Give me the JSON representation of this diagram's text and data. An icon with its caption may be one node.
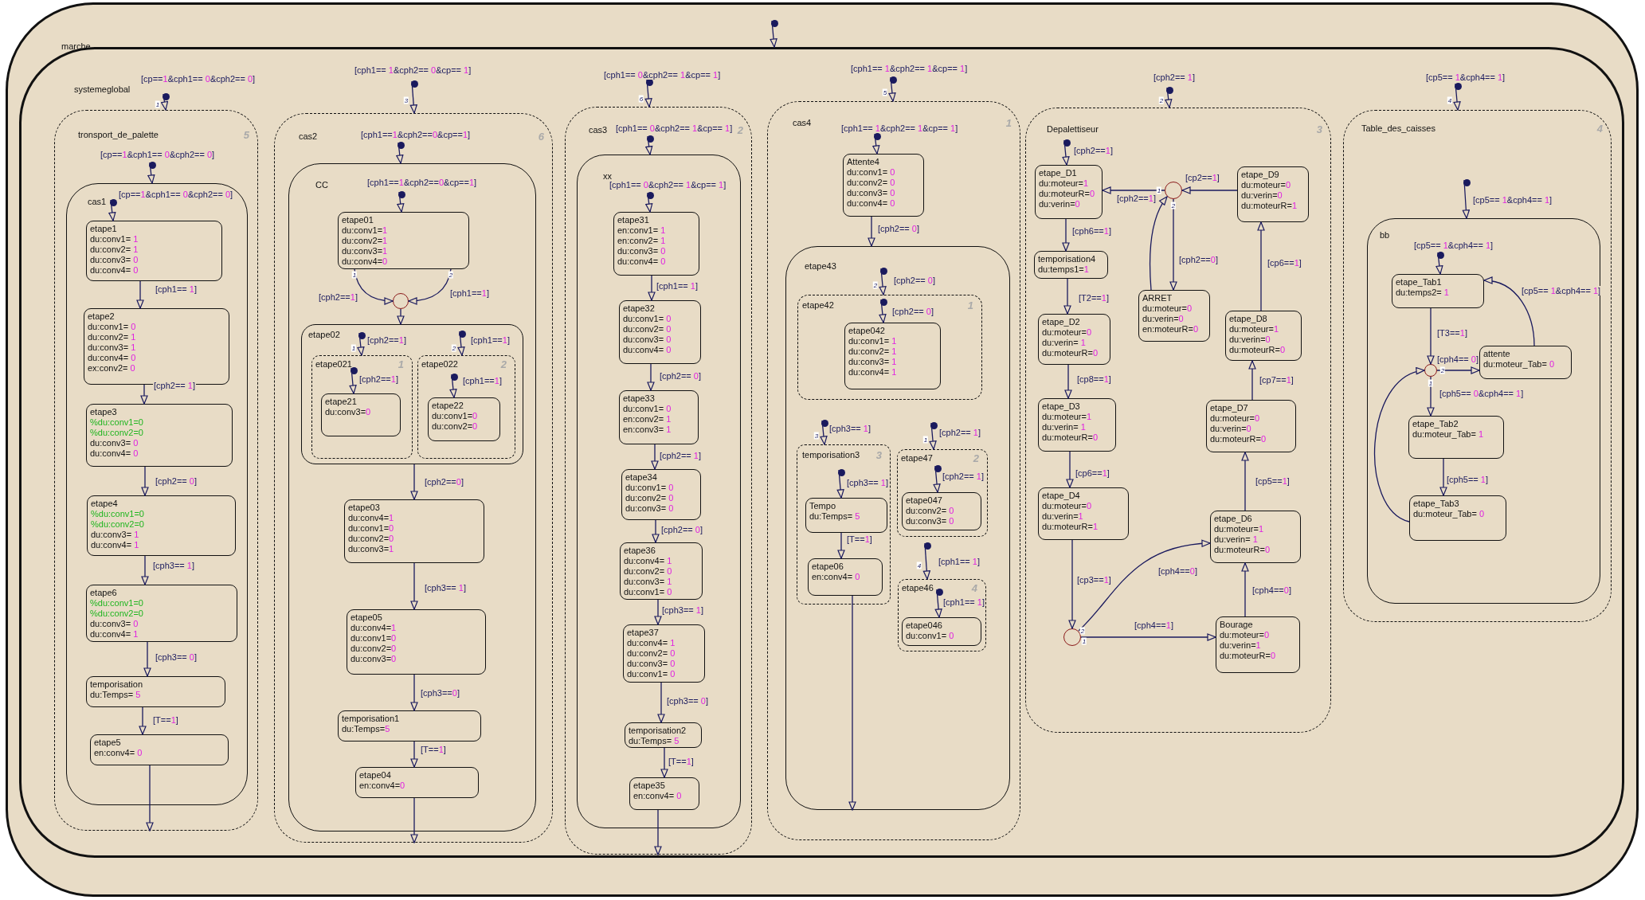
{
  "diagram": {
    "nodes": [
      {
        "text": [
          "marche"
        ]
      },
      {
        "text": [
          "systemeglobal"
        ],
        "in": 0
      },
      {
        "text": [
          "tronsport_de_palette",
          "5"
        ],
        "in": 1
      },
      {
        "text": [
          "cas1"
        ],
        "in": 2
      },
      {
        "text": [
          "etape1",
          "du:conv1= 1",
          "du:conv2= 1",
          "du:conv3= 0",
          "du:conv4= 0"
        ],
        "in": 3
      },
      {
        "text": [
          "etape2",
          "du:conv1= 0",
          "du:conv2= 1",
          "du:conv3= 1",
          "du:conv4= 0",
          "ex:conv2= 0"
        ],
        "in": 3
      },
      {
        "text": [
          "etape3",
          "%du:conv1=0",
          "%du:conv2=0",
          "du:conv3= 0",
          "du:conv4= 0"
        ],
        "in": 3
      },
      {
        "text": [
          "etape4",
          "%du:conv1=0",
          "%du:conv2=0",
          "du:conv3= 1",
          "du:conv4= 1"
        ],
        "in": 3
      },
      {
        "text": [
          "etape6",
          "%du:conv1=0",
          "%du:conv2=0",
          "du:conv3= 0",
          "du:conv4= 1"
        ],
        "in": 3
      },
      {
        "text": [
          "temporisation",
          "du:Temps= 5"
        ],
        "in": 3
      },
      {
        "text": [
          "etape5",
          "en:conv4= 0"
        ],
        "in": 3
      },
      {
        "text": [
          "cas2",
          "6"
        ],
        "in": 1
      },
      {
        "text": [
          "CC"
        ],
        "in": 11
      },
      {
        "text": [
          "etape01",
          "du:conv1=1",
          "du:conv2=1",
          "du:conv3=1",
          "du:conv4=0"
        ],
        "in": 12
      },
      {
        "text": [],
        "shape": "circle",
        "in": 12
      },
      {
        "text": [
          "etape02"
        ],
        "in": 12
      },
      {
        "text": [
          "etape021",
          "1"
        ],
        "in": 15
      },
      {
        "text": [
          "etape21",
          "du:conv3=0"
        ],
        "in": 16
      },
      {
        "text": [
          "etape022",
          "2"
        ],
        "in": 15
      },
      {
        "text": [
          "etape22",
          "du:conv1=0",
          "du:conv2=0"
        ],
        "in": 18
      },
      {
        "text": [
          "etape03",
          "du:conv4=1",
          "du:conv1=0",
          "du:conv2=0",
          "du:conv3=1"
        ],
        "in": 12
      },
      {
        "text": [
          "etape05",
          "du:conv4=1",
          "du:conv1=0",
          "du:conv2=0",
          "du:conv3=0"
        ],
        "in": 12
      },
      {
        "text": [
          "temporisation1",
          "du:Temps=5"
        ],
        "in": 12
      },
      {
        "text": [
          "etape04",
          "en:conv4=0"
        ],
        "in": 12
      },
      {
        "text": [
          "cas3",
          "2"
        ],
        "in": 1
      },
      {
        "text": [
          "xx"
        ],
        "in": 24
      },
      {
        "text": [
          "etape31",
          "en:conv1= 1",
          "en:conv2= 1",
          "du:conv3= 0",
          "du:conv4= 0"
        ],
        "in": 25
      },
      {
        "text": [
          "etape32",
          "du:conv1= 0",
          "du:conv2= 0",
          "du:conv3= 0",
          "du:conv4= 0"
        ],
        "in": 25
      },
      {
        "text": [
          "etape33",
          "du:conv1= 0",
          "en:conv2= 1",
          "en:conv3= 1"
        ],
        "in": 25
      },
      {
        "text": [
          "etape34",
          "du:conv1= 0",
          "du:conv2= 0",
          "du:conv3= 0"
        ],
        "in": 25
      },
      {
        "text": [
          "etape36",
          "du:conv4= 1",
          "du:conv2= 0",
          "du:conv3= 1",
          "du:conv1= 0"
        ],
        "in": 25
      },
      {
        "text": [
          "etape37",
          "du:conv4= 1",
          "du:conv2= 0",
          "du:conv3= 0",
          "du:conv1= 0"
        ],
        "in": 25
      },
      {
        "text": [
          "temporisation2",
          "du:Temps= 5"
        ],
        "in": 25
      },
      {
        "text": [
          "etape35",
          "en:conv4= 0"
        ],
        "in": 25
      },
      {
        "text": [
          "cas4",
          "1"
        ],
        "in": 1
      },
      {
        "text": [
          "Attente4",
          "du:conv1= 0",
          "du:conv2= 0",
          "du:conv3= 0",
          "du:conv4= 0"
        ],
        "in": 34
      },
      {
        "text": [
          "etape43"
        ],
        "in": 34
      },
      {
        "text": [
          "etape42",
          "1"
        ],
        "in": 36
      },
      {
        "text": [
          "etape042",
          "du:conv1= 1",
          "du:conv2= 1",
          "du:conv3= 1",
          "du:conv4= 1"
        ],
        "in": 37
      },
      {
        "text": [
          "temporisation3",
          "3"
        ],
        "in": 36
      },
      {
        "text": [
          "Tempo",
          "du:Temps= 5"
        ],
        "in": 39
      },
      {
        "text": [
          "etape06",
          "en:conv4= 0"
        ],
        "in": 39
      },
      {
        "text": [
          "etape47",
          "2"
        ],
        "in": 36
      },
      {
        "text": [
          "etape047",
          "du:conv2= 0",
          "du:conv3= 0"
        ],
        "in": 42
      },
      {
        "text": [
          "etape46",
          "4"
        ],
        "in": 36
      },
      {
        "text": [
          "etape046",
          "du:conv1= 0"
        ],
        "in": 44
      },
      {
        "text": [
          "Depalettiseur",
          "3"
        ],
        "in": 1
      },
      {
        "text": [
          "etape_D1",
          "du:moteur=1",
          "du:moteurR=0",
          "du:verin=0"
        ],
        "in": 46
      },
      {
        "text": [],
        "shape": "circle",
        "in": 46
      },
      {
        "text": [
          "etape_D9",
          "du:moteur=0",
          "du:verin=0",
          "du:moteurR=1"
        ],
        "in": 46
      },
      {
        "text": [
          "temporisation4",
          "du:temps1=1"
        ],
        "in": 46
      },
      {
        "text": [
          "ARRET",
          "du:moteur=0",
          "du:verin=0",
          "en:moteurR=0"
        ],
        "in": 46
      },
      {
        "text": [
          "etape_D2",
          "du:moteur=0",
          "du:verin= 1",
          "du:moteurR=0"
        ],
        "in": 46
      },
      {
        "text": [
          "etape_D8",
          "du:moteur=1",
          "du:verin=0",
          "du:moteurR=0"
        ],
        "in": 46
      },
      {
        "text": [
          "etape_D3",
          "du:moteur=1",
          "du:verin= 1",
          "du:moteurR=0"
        ],
        "in": 46
      },
      {
        "text": [
          "etape_D7",
          "du:moteur=0",
          "du:verin=0",
          "du:moteurR=0"
        ],
        "in": 46
      },
      {
        "text": [
          "etape_D4",
          "du:moteur=0",
          "du:verin=1",
          "du:moteurR=1"
        ],
        "in": 46
      },
      {
        "text": [
          "etape_D6",
          "du:moteur=1",
          "du:verin= 1",
          "du:moteurR=0"
        ],
        "in": 46
      },
      {
        "text": [],
        "shape": "circle",
        "in": 46
      },
      {
        "text": [
          "Bourage",
          "du:moteur=0",
          "du:verin=1",
          "du:moteurR=0"
        ],
        "in": 46
      },
      {
        "text": [
          "Table_des_caisses",
          "4"
        ],
        "in": 1
      },
      {
        "text": [
          "bb"
        ],
        "in": 60
      },
      {
        "text": [
          "etape_Tab1",
          "du:temps2= 1"
        ],
        "in": 61
      },
      {
        "text": [],
        "shape": "circle",
        "in": 61
      },
      {
        "text": [
          "attente",
          "du:moteur_Tab= 0"
        ],
        "in": 61
      },
      {
        "text": [
          "etape_Tab2",
          "du:moteur_Tab= 1"
        ],
        "in": 61
      },
      {
        "text": [
          "etape_Tab3",
          "du:moteur_Tab= 0"
        ],
        "in": 61
      },
      {
        "text": [],
        "shape": "dot",
        "in": 0
      },
      {
        "text": [],
        "shape": "dot",
        "in": 1
      },
      {
        "text": [],
        "shape": "dot",
        "in": 2
      },
      {
        "text": [],
        "shape": "dot",
        "in": 3
      },
      {
        "text": [],
        "shape": "dot",
        "in": 1
      },
      {
        "text": [],
        "shape": "dot",
        "in": 11
      },
      {
        "text": [],
        "shape": "dot",
        "in": 12
      },
      {
        "text": [],
        "shape": "dot",
        "in": 15
      },
      {
        "text": [],
        "shape": "dot",
        "in": 16
      },
      {
        "text": [],
        "shape": "dot",
        "in": 15
      },
      {
        "text": [],
        "shape": "dot",
        "in": 18
      },
      {
        "text": [],
        "shape": "dot",
        "in": 1
      },
      {
        "text": [],
        "shape": "dot",
        "in": 24
      },
      {
        "text": [],
        "shape": "dot",
        "in": 25
      },
      {
        "text": [],
        "shape": "dot",
        "in": 1
      },
      {
        "text": [],
        "shape": "dot",
        "in": 34
      },
      {
        "text": [],
        "shape": "dot",
        "in": 36
      },
      {
        "text": [],
        "shape": "dot",
        "in": 37
      },
      {
        "text": [],
        "shape": "dot",
        "in": 36
      },
      {
        "text": [],
        "shape": "dot",
        "in": 39
      },
      {
        "text": [],
        "shape": "dot",
        "in": 36
      },
      {
        "text": [],
        "shape": "dot",
        "in": 42
      },
      {
        "text": [],
        "shape": "dot",
        "in": 36
      },
      {
        "text": [],
        "shape": "dot",
        "in": 44
      },
      {
        "text": [],
        "shape": "dot",
        "in": 1
      },
      {
        "text": [],
        "shape": "dot",
        "in": 46
      },
      {
        "text": [],
        "shape": "dot",
        "in": 1
      },
      {
        "text": [],
        "shape": "dot",
        "in": 60
      },
      {
        "text": [],
        "shape": "dot",
        "in": 61
      }
    ],
    "edges": [
      {
        "from": 67,
        "to": 1,
        "arrow": "to"
      },
      {
        "from": 68,
        "to": 2,
        "arrow": "to",
        "label": "[cp==1&cph1== 0&cph2== 0]"
      },
      {
        "from": 69,
        "to": 3,
        "arrow": "to",
        "label": "[cp==1&cph1== 0&cph2== 0]"
      },
      {
        "from": 70,
        "to": 4,
        "arrow": "to",
        "label": "[cp==1&cph1== 0&cph2== 0]"
      },
      {
        "from": 4,
        "to": 5,
        "arrow": "to",
        "label": "[cph1== 1]"
      },
      {
        "from": 5,
        "to": 6,
        "arrow": "to",
        "label": "[cph2== 1]"
      },
      {
        "from": 6,
        "to": 7,
        "arrow": "to",
        "label": "[cph2== 0]"
      },
      {
        "from": 7,
        "to": 8,
        "arrow": "to",
        "label": "[cph3== 1]"
      },
      {
        "from": 8,
        "to": 9,
        "arrow": "to",
        "label": "[cph3== 0]"
      },
      {
        "from": 9,
        "to": 10,
        "arrow": "to",
        "label": "[T==1]"
      },
      {
        "from": 10,
        "to": 2,
        "arrow": "to"
      },
      {
        "from": 71,
        "to": 11,
        "arrow": "to",
        "label": "[cph1== 1&cph2== 0&cp== 1]"
      },
      {
        "from": 72,
        "to": 12,
        "arrow": "to",
        "label": "[cph1==1&cph2==0&cp==1]"
      },
      {
        "from": 73,
        "to": 13,
        "arrow": "to",
        "label": "[cph1==1&cph2==0&cp==1]"
      },
      {
        "from": 13,
        "to": 14,
        "arrow": "to",
        "label": "[cph2==1]"
      },
      {
        "from": 13,
        "to": 14,
        "arrow": "to",
        "label": "[cph1==1]"
      },
      {
        "from": 14,
        "to": 15,
        "arrow": "to"
      },
      {
        "from": 74,
        "to": 16,
        "arrow": "to",
        "label": "[cph2==1]"
      },
      {
        "from": 75,
        "to": 17,
        "arrow": "to",
        "label": "[cph2==1]"
      },
      {
        "from": 76,
        "to": 18,
        "arrow": "to",
        "label": "[cph1==1]"
      },
      {
        "from": 77,
        "to": 19,
        "arrow": "to",
        "label": "[cph1==1]"
      },
      {
        "from": 15,
        "to": 20,
        "arrow": "to",
        "label": "[cph2==0]"
      },
      {
        "from": 20,
        "to": 21,
        "arrow": "to",
        "label": "[cph3== 1]"
      },
      {
        "from": 21,
        "to": 22,
        "arrow": "to",
        "label": "[cph3==0]"
      },
      {
        "from": 22,
        "to": 23,
        "arrow": "to",
        "label": "[T==1]"
      },
      {
        "from": 23,
        "to": 11,
        "arrow": "to"
      },
      {
        "from": 78,
        "to": 24,
        "arrow": "to",
        "label": "[cph1== 0&cph2== 1&cp== 1]"
      },
      {
        "from": 79,
        "to": 25,
        "arrow": "to",
        "label": "[cph1== 0&cph2== 1&cp== 1]"
      },
      {
        "from": 80,
        "to": 26,
        "arrow": "to",
        "label": "[cph1== 0&cph2== 1&cp== 1]"
      },
      {
        "from": 26,
        "to": 27,
        "arrow": "to",
        "label": "[cph1== 1]"
      },
      {
        "from": 27,
        "to": 28,
        "arrow": "to",
        "label": "[cph2== 0]"
      },
      {
        "from": 28,
        "to": 29,
        "arrow": "to",
        "label": "[cph2== 1]"
      },
      {
        "from": 29,
        "to": 30,
        "arrow": "to",
        "label": "[cph2== 0]"
      },
      {
        "from": 30,
        "to": 31,
        "arrow": "to",
        "label": "[cph3== 1]"
      },
      {
        "from": 31,
        "to": 32,
        "arrow": "to",
        "label": "[cph3== 0]"
      },
      {
        "from": 32,
        "to": 33,
        "arrow": "to",
        "label": "[T==1]"
      },
      {
        "from": 33,
        "to": 24,
        "arrow": "to"
      },
      {
        "from": 81,
        "to": 34,
        "arrow": "to",
        "label": "[cph1== 1&cph2== 1&cp== 1]"
      },
      {
        "from": 82,
        "to": 35,
        "arrow": "to",
        "label": "[cph1== 1&cph2== 1&cp== 1]"
      },
      {
        "from": 35,
        "to": 36,
        "arrow": "to",
        "label": "[cph2== 0]"
      },
      {
        "from": 83,
        "to": 37,
        "arrow": "to",
        "label": "[cph2== 0]"
      },
      {
        "from": 84,
        "to": 38,
        "arrow": "to",
        "label": "[cph2== 0]"
      },
      {
        "from": 85,
        "to": 39,
        "arrow": "to",
        "label": "[cph3== 1]"
      },
      {
        "from": 86,
        "to": 40,
        "arrow": "to",
        "label": "[cph3== 1]"
      },
      {
        "from": 40,
        "to": 41,
        "arrow": "to",
        "label": "[T==1]"
      },
      {
        "from": 87,
        "to": 42,
        "arrow": "to",
        "label": "[cph2== 1]"
      },
      {
        "from": 88,
        "to": 43,
        "arrow": "to",
        "label": "[cph2== 1]"
      },
      {
        "from": 89,
        "to": 44,
        "arrow": "to",
        "label": "[cph1== 1]"
      },
      {
        "from": 90,
        "to": 45,
        "arrow": "to",
        "label": "[cph1== 1]"
      },
      {
        "from": 41,
        "to": 36,
        "arrow": "to"
      },
      {
        "from": 91,
        "to": 46,
        "arrow": "to",
        "label": "[cph2== 1]"
      },
      {
        "from": 92,
        "to": 47,
        "arrow": "to",
        "label": "[cph2==1]"
      },
      {
        "from": 49,
        "to": 48,
        "arrow": "to",
        "label": "[cp2==1]"
      },
      {
        "from": 48,
        "to": 47,
        "arrow": "to",
        "label": "[cph2==1]"
      },
      {
        "from": 48,
        "to": 51,
        "arrow": "to",
        "label": "[cph2==0]"
      },
      {
        "from": 51,
        "to": 48,
        "arrow": "to"
      },
      {
        "from": 47,
        "to": 50,
        "arrow": "to",
        "label": "[cph6==1]"
      },
      {
        "from": 50,
        "to": 52,
        "arrow": "to",
        "label": "[T2==1]"
      },
      {
        "from": 52,
        "to": 54,
        "arrow": "to",
        "label": "[cp8==1]"
      },
      {
        "from": 54,
        "to": 56,
        "arrow": "to",
        "label": "[cp6==1]"
      },
      {
        "from": 56,
        "to": 58,
        "arrow": "to",
        "label": "[cp3==1]"
      },
      {
        "from": 58,
        "to": 57,
        "arrow": "to",
        "label": "[cph4==0]"
      },
      {
        "from": 58,
        "to": 59,
        "arrow": "to",
        "label": "[cph4==1]"
      },
      {
        "from": 59,
        "to": 57,
        "arrow": "to",
        "label": "[cph4==0]"
      },
      {
        "from": 57,
        "to": 55,
        "arrow": "to",
        "label": "[cp5==1]"
      },
      {
        "from": 55,
        "to": 53,
        "arrow": "to",
        "label": "[cp7==1]"
      },
      {
        "from": 53,
        "to": 49,
        "arrow": "to",
        "label": "[cp6==1]"
      },
      {
        "from": 93,
        "to": 60,
        "arrow": "to",
        "label": "[cp5== 1&cph4== 1]"
      },
      {
        "from": 94,
        "to": 61,
        "arrow": "to",
        "label": "[cp5== 1&cph4== 1]"
      },
      {
        "from": 95,
        "to": 62,
        "arrow": "to",
        "label": "[cp5== 1&cph4== 1]"
      },
      {
        "from": 62,
        "to": 63,
        "arrow": "to",
        "label": "[T3==1]"
      },
      {
        "from": 63,
        "to": 64,
        "arrow": "to",
        "label": "[cph4== 0]"
      },
      {
        "from": 63,
        "to": 65,
        "arrow": "to",
        "label": "[cph5== 0&cph4== 1]"
      },
      {
        "from": 65,
        "to": 66,
        "arrow": "to",
        "label": "[cph5== 1]"
      },
      {
        "from": 66,
        "to": 63,
        "arrow": "to"
      },
      {
        "from": 64,
        "to": 62,
        "arrow": "to",
        "label": "[cp5== 1&cph4== 1]"
      }
    ],
    "labels": [
      "1",
      "3",
      "6",
      "5",
      "2",
      "4",
      "1",
      "2",
      "1",
      "2",
      "2",
      "3",
      "1",
      "4",
      "1",
      "2",
      "2",
      "1",
      "2",
      "1"
    ]
  }
}
